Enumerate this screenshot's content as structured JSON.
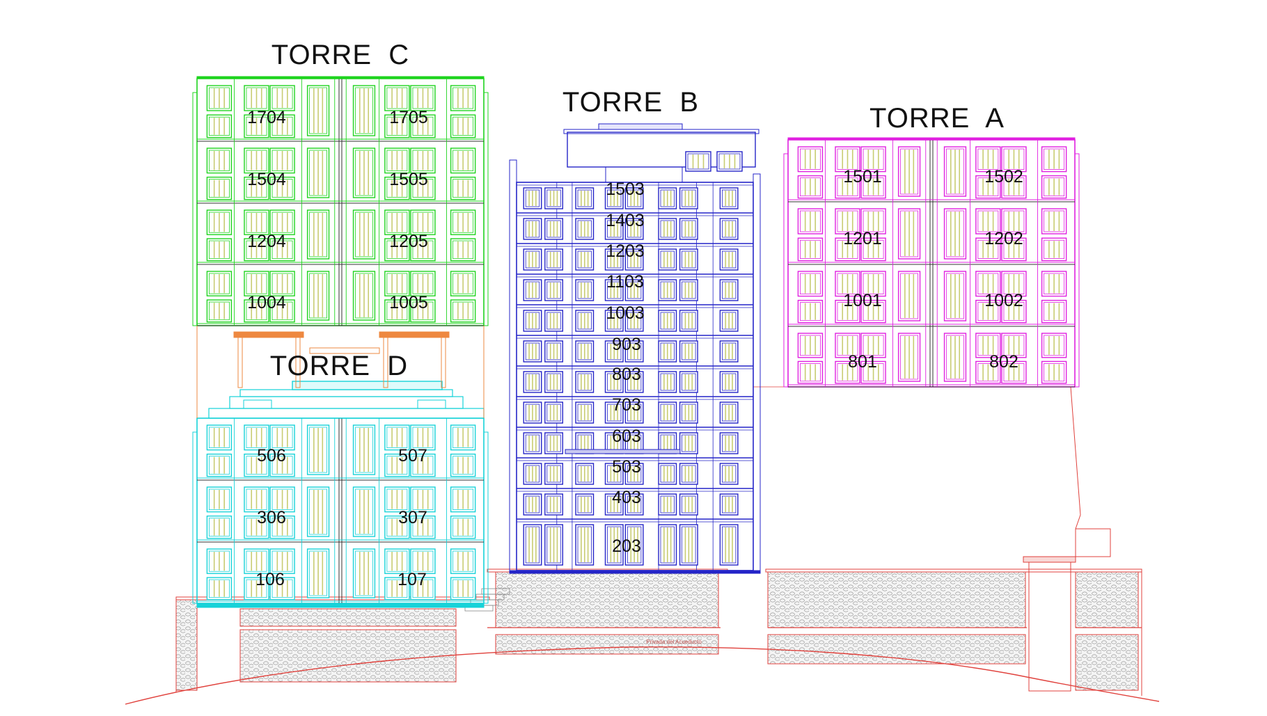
{
  "towers": [
    {
      "title": "TORRE  C",
      "color": "#1ed41e",
      "units": [
        "1704",
        "1705",
        "1504",
        "1505",
        "1204",
        "1205",
        "1004",
        "1005"
      ]
    },
    {
      "title": "TORRE  B",
      "color": "#2424c8",
      "units": [
        "1503",
        "1403",
        "1203",
        "1103",
        "1003",
        "903",
        "803",
        "703",
        "603",
        "503",
        "403",
        "203"
      ]
    },
    {
      "title": "TORRE  A",
      "color": "#e020e0",
      "units": [
        "1501",
        "1502",
        "1201",
        "1202",
        "1001",
        "1002",
        "801",
        "802"
      ]
    },
    {
      "title": "TORRE  D",
      "color": "#16d2d8",
      "units": [
        "506",
        "507",
        "306",
        "307",
        "106",
        "107"
      ]
    }
  ],
  "street_label": "Privada del Acueducto",
  "colors": {
    "ground": "#e0413c",
    "glazing": "#c8cc72",
    "podium": "#ee8840"
  }
}
